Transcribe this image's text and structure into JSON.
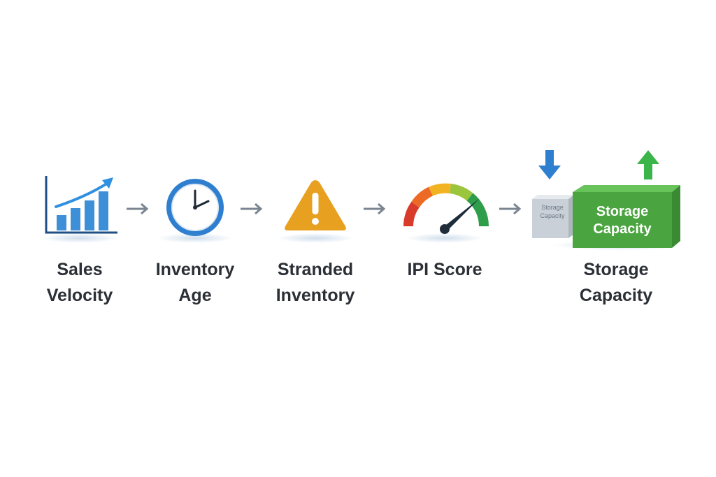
{
  "steps": [
    {
      "label": "Sales\nVelocity",
      "icon": "chart-icon"
    },
    {
      "label": "Inventory\nAge",
      "icon": "clock-icon"
    },
    {
      "label": "Stranded\nInventory",
      "icon": "warning-icon"
    },
    {
      "label": "IPI Score",
      "icon": "gauge-icon"
    },
    {
      "label": "Storage\nCapacity",
      "icon": "storage-box-icon"
    }
  ],
  "storage_box": {
    "front_text": "Storage\nCapacity",
    "side_text": "Storage\nCapacity"
  },
  "colors": {
    "blue": "#2f7fd0",
    "orange": "#e8a021",
    "green": "#4caf50",
    "arrow": "#7a8591",
    "text": "#2b2f36"
  }
}
